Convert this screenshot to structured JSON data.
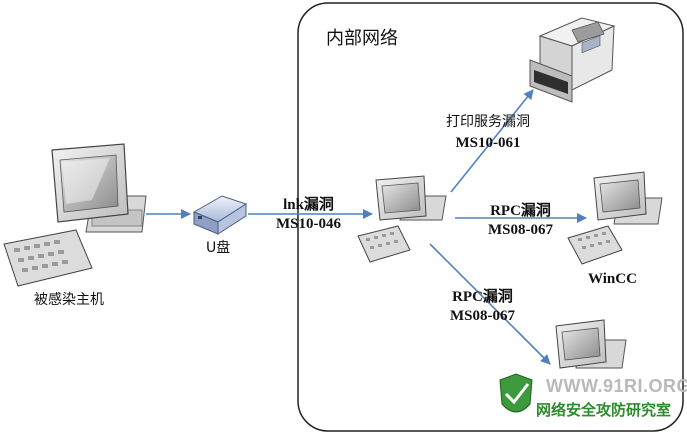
{
  "network": {
    "title": "内部网络"
  },
  "nodes": {
    "infected_host": "被感染主机",
    "usb": "U盘",
    "wincc": "WinCC"
  },
  "edges": {
    "usb_to_internal": {
      "name": "lnk漏洞",
      "code": "MS10-046"
    },
    "to_printer": {
      "name": "打印服务漏洞",
      "code": "MS10-061"
    },
    "to_wincc": {
      "name": "RPC漏洞",
      "code": "MS08-067"
    },
    "to_lower": {
      "name": "RPC漏洞",
      "code": "MS08-067"
    }
  },
  "watermark": {
    "url": "WWW.91RI.ORG",
    "text": "网络安全攻防研究室"
  },
  "colors": {
    "arrow": "#4f81bd",
    "border": "#222222",
    "shield_green": "#2e8b2e"
  }
}
